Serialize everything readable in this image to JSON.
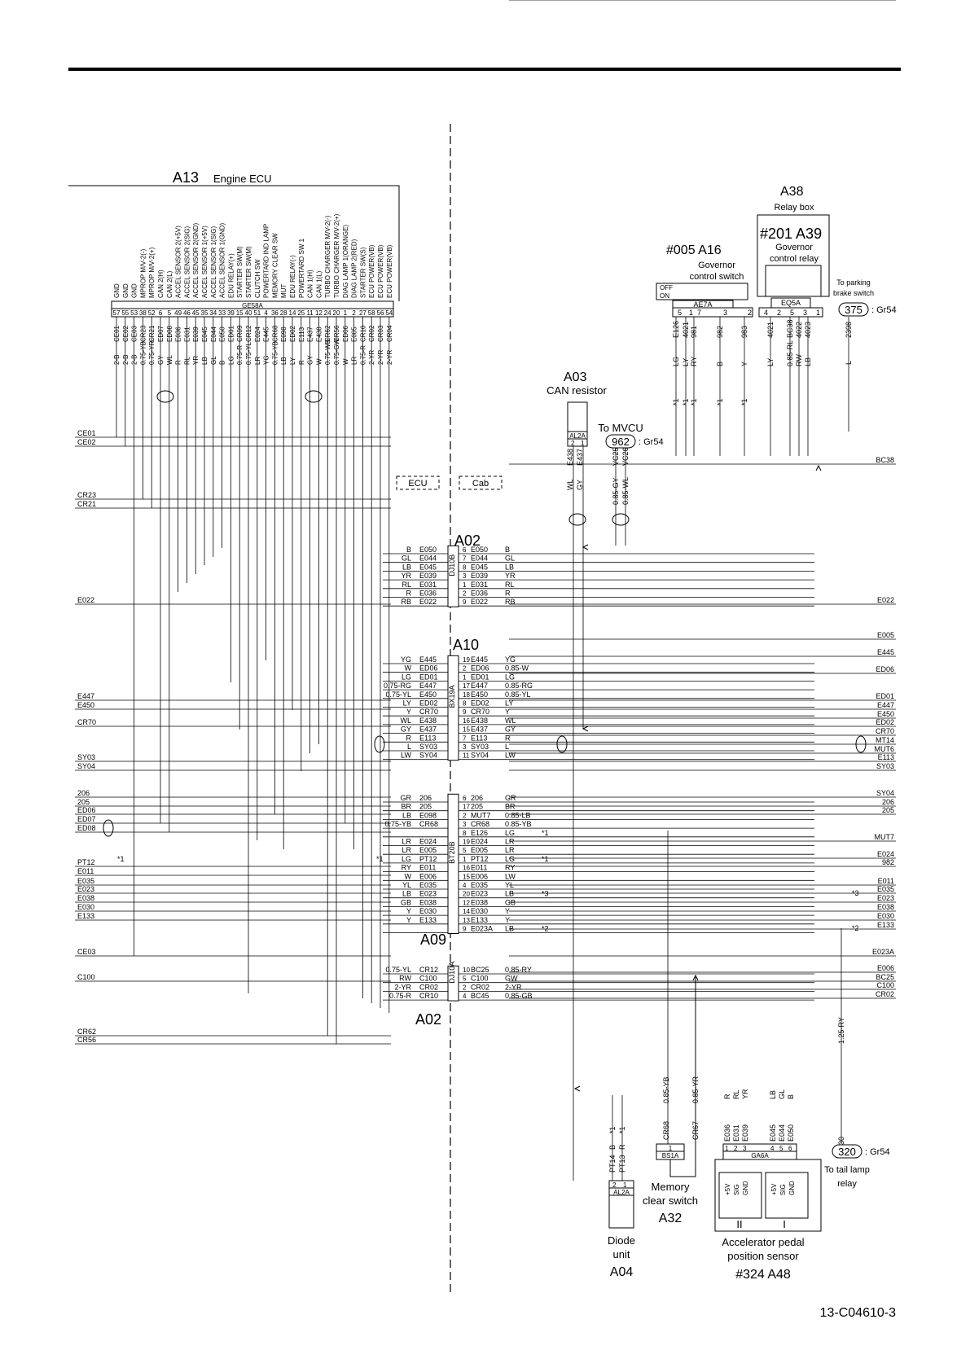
{
  "doc_id": "13-C04610-3",
  "separator": {
    "left": "ECU",
    "right": "Cab"
  },
  "ecu": {
    "id": "A13",
    "name": "Engine ECU",
    "connector": "GE58A",
    "pins": [
      {
        "fn": "GND",
        "pin": "57",
        "wire": "CE01",
        "color": "2-B"
      },
      {
        "fn": "GND",
        "pin": "55",
        "wire": "CE02",
        "color": "2-B"
      },
      {
        "fn": "GND",
        "pin": "53",
        "wire": "CE03",
        "color": "2-B"
      },
      {
        "fn": "MPROP M/V-2(-)",
        "pin": "38",
        "wire": "CR23",
        "color": "0.75-YB"
      },
      {
        "fn": "MPROP M/V-2(+)",
        "pin": "52",
        "wire": "CR21",
        "color": "0.75-YR"
      },
      {
        "fn": "CAN 2(H)",
        "pin": "6",
        "wire": "ED07",
        "color": "GY"
      },
      {
        "fn": "CAN 2(L)",
        "pin": "5",
        "wire": "ED08",
        "color": "WL"
      },
      {
        "fn": "ACCEL SENSOR 2(+5V)",
        "pin": "49",
        "wire": "E036",
        "color": "R"
      },
      {
        "fn": "ACCEL SENSOR 2(SIG)",
        "pin": "46",
        "wire": "E031",
        "color": "RL"
      },
      {
        "fn": "ACCEL SENSOR 2(GND)",
        "pin": "45",
        "wire": "E039",
        "color": "YR"
      },
      {
        "fn": "ACCEL SENSOR 1(+5V)",
        "pin": "35",
        "wire": "E045",
        "color": "LB"
      },
      {
        "fn": "ACCEL SENSOR 1(SIG)",
        "pin": "34",
        "wire": "E044",
        "color": "GL"
      },
      {
        "fn": "ACCEL SENSOR 1(GND)",
        "pin": "33",
        "wire": "E050",
        "color": "B"
      },
      {
        "fn": "EDU RELAY(+)",
        "pin": "39",
        "wire": "ED01",
        "color": "LG"
      },
      {
        "fn": "STARTER SW(M)",
        "pin": "15",
        "wire": "CR09",
        "color": "0.75-R"
      },
      {
        "fn": "STARTER SW(M)",
        "pin": "40",
        "wire": "CR12",
        "color": "0.75-YL"
      },
      {
        "fn": "CLUTCH SW",
        "pin": "51",
        "wire": "E024",
        "color": "LR"
      },
      {
        "fn": "POWERTARD IND LAMP",
        "pin": "4",
        "wire": "E445",
        "color": "YG"
      },
      {
        "fn": "MEMORY CLEAR SW",
        "pin": "36",
        "wire": "CR68",
        "color": "0.75-YB"
      },
      {
        "fn": "MUT",
        "pin": "28",
        "wire": "E098",
        "color": "LB"
      },
      {
        "fn": "EDU RELAY(-)",
        "pin": "14",
        "wire": "ED02",
        "color": "LY"
      },
      {
        "fn": "POWERTARD SW 1",
        "pin": "25",
        "wire": "E113",
        "color": "R"
      },
      {
        "fn": "CAN 1(H)",
        "pin": "11",
        "wire": "E437",
        "color": "GY"
      },
      {
        "fn": "CAN 1(L)",
        "pin": "12",
        "wire": "E438",
        "color": "W"
      },
      {
        "fn": "TURBO CHARGER M/V-2(-)",
        "pin": "24",
        "wire": "CR62",
        "color": "0.75-WB"
      },
      {
        "fn": "TURBO CHARGER M/V-2(+)",
        "pin": "20",
        "wire": "CR56",
        "color": "0.75-GW"
      },
      {
        "fn": "DIAG LAMP 1(ORANGE)",
        "pin": "1",
        "wire": "ED06",
        "color": "W"
      },
      {
        "fn": "DIAG LAMP 2(RED)",
        "pin": "2",
        "wire": "E005",
        "color": "LR"
      },
      {
        "fn": "STARTER SW(S)",
        "pin": "27",
        "wire": "CR10",
        "color": "0.75-R"
      },
      {
        "fn": "ECU POWER(VB)",
        "pin": "58",
        "wire": "CR02",
        "color": "2-YR"
      },
      {
        "fn": "ECU POWER(VB)",
        "pin": "56",
        "wire": "CR03",
        "color": "2-YR"
      },
      {
        "fn": "ECU POWER(VB)",
        "pin": "54",
        "wire": "CR04",
        "color": "2-YR"
      }
    ]
  },
  "left_labels": [
    "CE01",
    "CE02",
    "CR23",
    "CR21",
    "E022",
    "E447",
    "E450",
    "CR70",
    "SY03",
    "SY04",
    "206",
    "205",
    "ED06",
    "ED07",
    "ED08",
    "PT12",
    "E011",
    "E035",
    "E023",
    "E038",
    "E030",
    "E133",
    "CE03",
    "C100",
    "CR62",
    "CR56"
  ],
  "right_labels": [
    "BC38",
    "E022",
    "E005",
    "E445",
    "ED06",
    "ED01",
    "E447",
    "E450",
    "ED02",
    "CR70",
    "MT14",
    "MUT6",
    "E113",
    "SY03",
    "SY04",
    "206",
    "205",
    "MUT7",
    "E024",
    "982",
    "E011",
    "E035",
    "E023",
    "E038",
    "E030",
    "E133",
    "E023A",
    "E006",
    "BC25",
    "C100",
    "CR02",
    "BC45"
  ],
  "star_notes": {
    "pt12": "*1",
    "e023_right": "*3",
    "e023a_right": "*2"
  },
  "a02_top": {
    "label": "A02",
    "connector": "DJ10B",
    "rows": [
      {
        "lc": "B",
        "lw": "E050",
        "pin": "6",
        "rw": "E050",
        "rc": "B"
      },
      {
        "lc": "GL",
        "lw": "E044",
        "pin": "7",
        "rw": "E044",
        "rc": "GL"
      },
      {
        "lc": "LB",
        "lw": "E045",
        "pin": "8",
        "rw": "E045",
        "rc": "LB"
      },
      {
        "lc": "YR",
        "lw": "E039",
        "pin": "3",
        "rw": "E039",
        "rc": "YR"
      },
      {
        "lc": "RL",
        "lw": "E031",
        "pin": "1",
        "rw": "E031",
        "rc": "RL"
      },
      {
        "lc": "R",
        "lw": "E036",
        "pin": "2",
        "rw": "E036",
        "rc": "R"
      },
      {
        "lc": "RB",
        "lw": "E022",
        "pin": "9",
        "rw": "E022",
        "rc": "RB"
      }
    ]
  },
  "a10": {
    "label": "A10",
    "connector": "BX19A",
    "rows": [
      {
        "lc": "YG",
        "lw": "E445",
        "pin": "19",
        "rw": "E445",
        "rc": "YG"
      },
      {
        "lc": "W",
        "lw": "ED06",
        "pin": "2",
        "rw": "ED06",
        "rc": "0.85-W"
      },
      {
        "lc": "LG",
        "lw": "ED01",
        "pin": "1",
        "rw": "ED01",
        "rc": "LG"
      },
      {
        "lc": "0.75-RG",
        "lw": "E447",
        "pin": "17",
        "rw": "E447",
        "rc": "0.85-RG"
      },
      {
        "lc": "0.75-YL",
        "lw": "E450",
        "pin": "18",
        "rw": "E450",
        "rc": "0.85-YL"
      },
      {
        "lc": "LY",
        "lw": "ED02",
        "pin": "8",
        "rw": "ED02",
        "rc": "LY"
      },
      {
        "lc": "Y",
        "lw": "CR70",
        "pin": "9",
        "rw": "CR70",
        "rc": "Y"
      },
      {
        "lc": "WL",
        "lw": "E438",
        "pin": "16",
        "rw": "E438",
        "rc": "WL"
      },
      {
        "lc": "GY",
        "lw": "E437",
        "pin": "15",
        "rw": "E437",
        "rc": "GY"
      },
      {
        "lc": "R",
        "lw": "E113",
        "pin": "7",
        "rw": "E113",
        "rc": "R"
      },
      {
        "lc": "L",
        "lw": "SY03",
        "pin": "3",
        "rw": "SY03",
        "rc": "L"
      },
      {
        "lc": "LW",
        "lw": "SY04",
        "pin": "11",
        "rw": "SY04",
        "rc": "LW"
      }
    ]
  },
  "a09": {
    "label": "A09",
    "connector": "BT20B",
    "rows": [
      {
        "lc": "GR",
        "lw": "206",
        "pin": "6",
        "rw": "206",
        "rc": "GR"
      },
      {
        "lc": "BR",
        "lw": "205",
        "pin": "17",
        "rw": "205",
        "rc": "BR"
      },
      {
        "lc": "LB",
        "lw": "E098",
        "pin": "2",
        "rw": "MUT7",
        "rc": "0.85-LB"
      },
      {
        "lc": "0.75-YB",
        "lw": "CR68",
        "pin": "3",
        "rw": "CR68",
        "rc": "0.85-YB"
      },
      {
        "lc": "",
        "lw": "",
        "pin": "8",
        "rw": "E126",
        "rc": "LG",
        "note": "*1"
      },
      {
        "lc": "LR",
        "lw": "E024",
        "pin": "19",
        "rw": "E024",
        "rc": "LR"
      },
      {
        "lc": "LR",
        "lw": "E005",
        "pin": "5",
        "rw": "E005",
        "rc": "LR"
      },
      {
        "lc": "LG",
        "lw": "PT12",
        "pin": "1",
        "rw": "PT12",
        "rc": "LG",
        "note": "*1",
        "lnote": "*1"
      },
      {
        "lc": "RY",
        "lw": "E011",
        "pin": "16",
        "rw": "E011",
        "rc": "RY"
      },
      {
        "lc": "W",
        "lw": "E006",
        "pin": "15",
        "rw": "E006",
        "rc": "LW"
      },
      {
        "lc": "YL",
        "lw": "E035",
        "pin": "4",
        "rw": "E035",
        "rc": "YL"
      },
      {
        "lc": "LB",
        "lw": "E023",
        "pin": "20",
        "rw": "E023",
        "rc": "LB",
        "note": "*3"
      },
      {
        "lc": "GB",
        "lw": "E038",
        "pin": "12",
        "rw": "E038",
        "rc": "GB"
      },
      {
        "lc": "Y",
        "lw": "E030",
        "pin": "14",
        "rw": "E030",
        "rc": "Y"
      },
      {
        "lc": "Y",
        "lw": "E133",
        "pin": "13",
        "rw": "E133",
        "rc": "Y"
      },
      {
        "lc": "",
        "lw": "",
        "pin": "9",
        "rw": "E023A",
        "rc": "LB",
        "note": "*2"
      }
    ]
  },
  "a02_bottom": {
    "label": "A02",
    "connector": "DJ10A",
    "rows": [
      {
        "lc": "0.75-YL",
        "lw": "CR12",
        "pin": "10",
        "rw": "BC25",
        "rc": "0.85-RY"
      },
      {
        "lc": "RW",
        "lw": "C100",
        "pin": "5",
        "rw": "C100",
        "rc": "GW"
      },
      {
        "lc": "2-YR",
        "lw": "CR02",
        "pin": "2",
        "rw": "CR02",
        "rc": "2-YR"
      },
      {
        "lc": "0.75-R",
        "lw": "CR10",
        "pin": "4",
        "rw": "BC45",
        "rc": "0.85-GB"
      }
    ]
  },
  "a38": {
    "label": "A38",
    "sub": "Relay box",
    "relay_id": "#201 A39",
    "relay_name": [
      "Governor",
      "control relay"
    ],
    "connector": "EQ5A",
    "pins": [
      "4",
      "2",
      "5",
      "3",
      "1"
    ],
    "wires": [
      {
        "w": "4021",
        "c": "LY"
      },
      {
        "w": "BC38",
        "c": "0.85-RL"
      },
      {
        "w": "4022",
        "c": "RW"
      },
      {
        "w": "4023",
        "c": "LB"
      }
    ]
  },
  "a16": {
    "label": "#005 A16",
    "name": [
      "Governor",
      "control switch"
    ],
    "connector": "AE7A",
    "off": "OFF",
    "on": "ON",
    "pins": [
      "5",
      "1",
      "7",
      "3",
      "2"
    ],
    "wires": [
      {
        "w": "E126",
        "c": "LG"
      },
      {
        "w": "4021",
        "c": "LY"
      },
      {
        "w": "981",
        "c": "RY"
      },
      {
        "w": "982",
        "c": "B"
      },
      {
        "w": "983",
        "c": "Y"
      }
    ]
  },
  "parking": {
    "text": [
      "To parking",
      "brake switch"
    ],
    "ref": "375",
    "gr": ": Gr54",
    "wire": "2398",
    "color": "L"
  },
  "a03": {
    "label": "A03",
    "name": "CAN resistor",
    "connector": "AL2A",
    "pins": [
      "2",
      "1"
    ],
    "wires": [
      {
        "w": "E438",
        "c": "WL"
      },
      {
        "w": "E437",
        "c": "GY"
      }
    ]
  },
  "mvcu": {
    "text": "To MVCU",
    "ref": "962",
    "gr": ": Gr54",
    "wires": [
      {
        "w": "VC25",
        "c": "0.85-GY"
      },
      {
        "w": "VC26",
        "c": "0.85-WL"
      }
    ]
  },
  "a04": {
    "label": "A04",
    "name": [
      "Diode",
      "unit"
    ],
    "connector": "AL2A",
    "pins": [
      "2",
      "1"
    ],
    "wires": [
      {
        "w": "PT14",
        "c": "B"
      },
      {
        "w": "PT13",
        "c": "R"
      }
    ],
    "note": "*1"
  },
  "a32": {
    "label": "A32",
    "name": [
      "Memory",
      "clear switch"
    ],
    "connector": "BS1A",
    "pin": "1",
    "wires": [
      {
        "w": "CR68",
        "c": "0.85-YB"
      },
      {
        "w": "CR67",
        "c": "0.85-YR"
      }
    ]
  },
  "a48": {
    "label": "#324   A48",
    "name": [
      "Accelerator pedal",
      "position sensor"
    ],
    "connector": "GA6A",
    "pins": [
      "1",
      "2",
      "3",
      "4",
      "5",
      "6"
    ],
    "wires": [
      {
        "w": "E036",
        "c": "R"
      },
      {
        "w": "E031",
        "c": "RL"
      },
      {
        "w": "E039",
        "c": "YR"
      },
      {
        "w": "E045",
        "c": "LB"
      },
      {
        "w": "E044",
        "c": "GL"
      },
      {
        "w": "E050",
        "c": "B"
      }
    ],
    "sensor_pins": [
      "+5V",
      "SIG",
      "GND"
    ],
    "units": [
      "II",
      "I"
    ]
  },
  "tail": {
    "text": [
      "To tail lamp",
      "relay"
    ],
    "ref": "320",
    "gr": ": Gr54",
    "wire": "30",
    "color": "1.25-RY"
  }
}
